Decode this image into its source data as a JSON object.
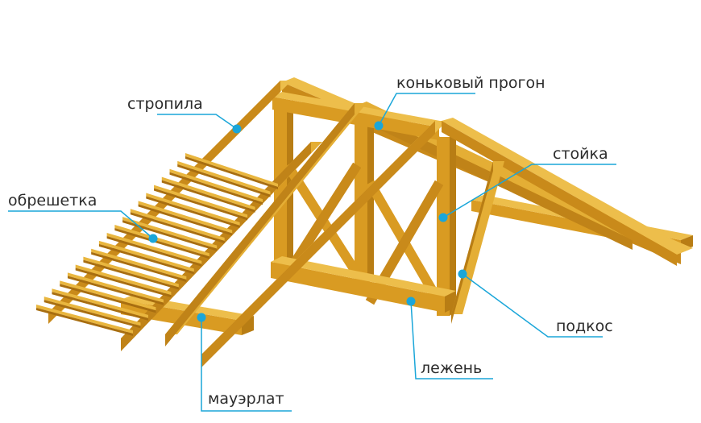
{
  "labels": {
    "stropila": "стропила",
    "konkovyi_progon": "коньковый прогон",
    "obreshetka": "обрешетка",
    "stoika": "стойка",
    "podkos": "подкос",
    "lezhen": "лежень",
    "mauerlat": "мауэрлат"
  },
  "colors": {
    "wood_top": "#E9B63E",
    "wood_front": "#D99B22",
    "wood_side": "#B87D14",
    "leader_line": "#1AA6D9",
    "marker": "#1AA6D9",
    "label_text": "#2C2C2C"
  }
}
